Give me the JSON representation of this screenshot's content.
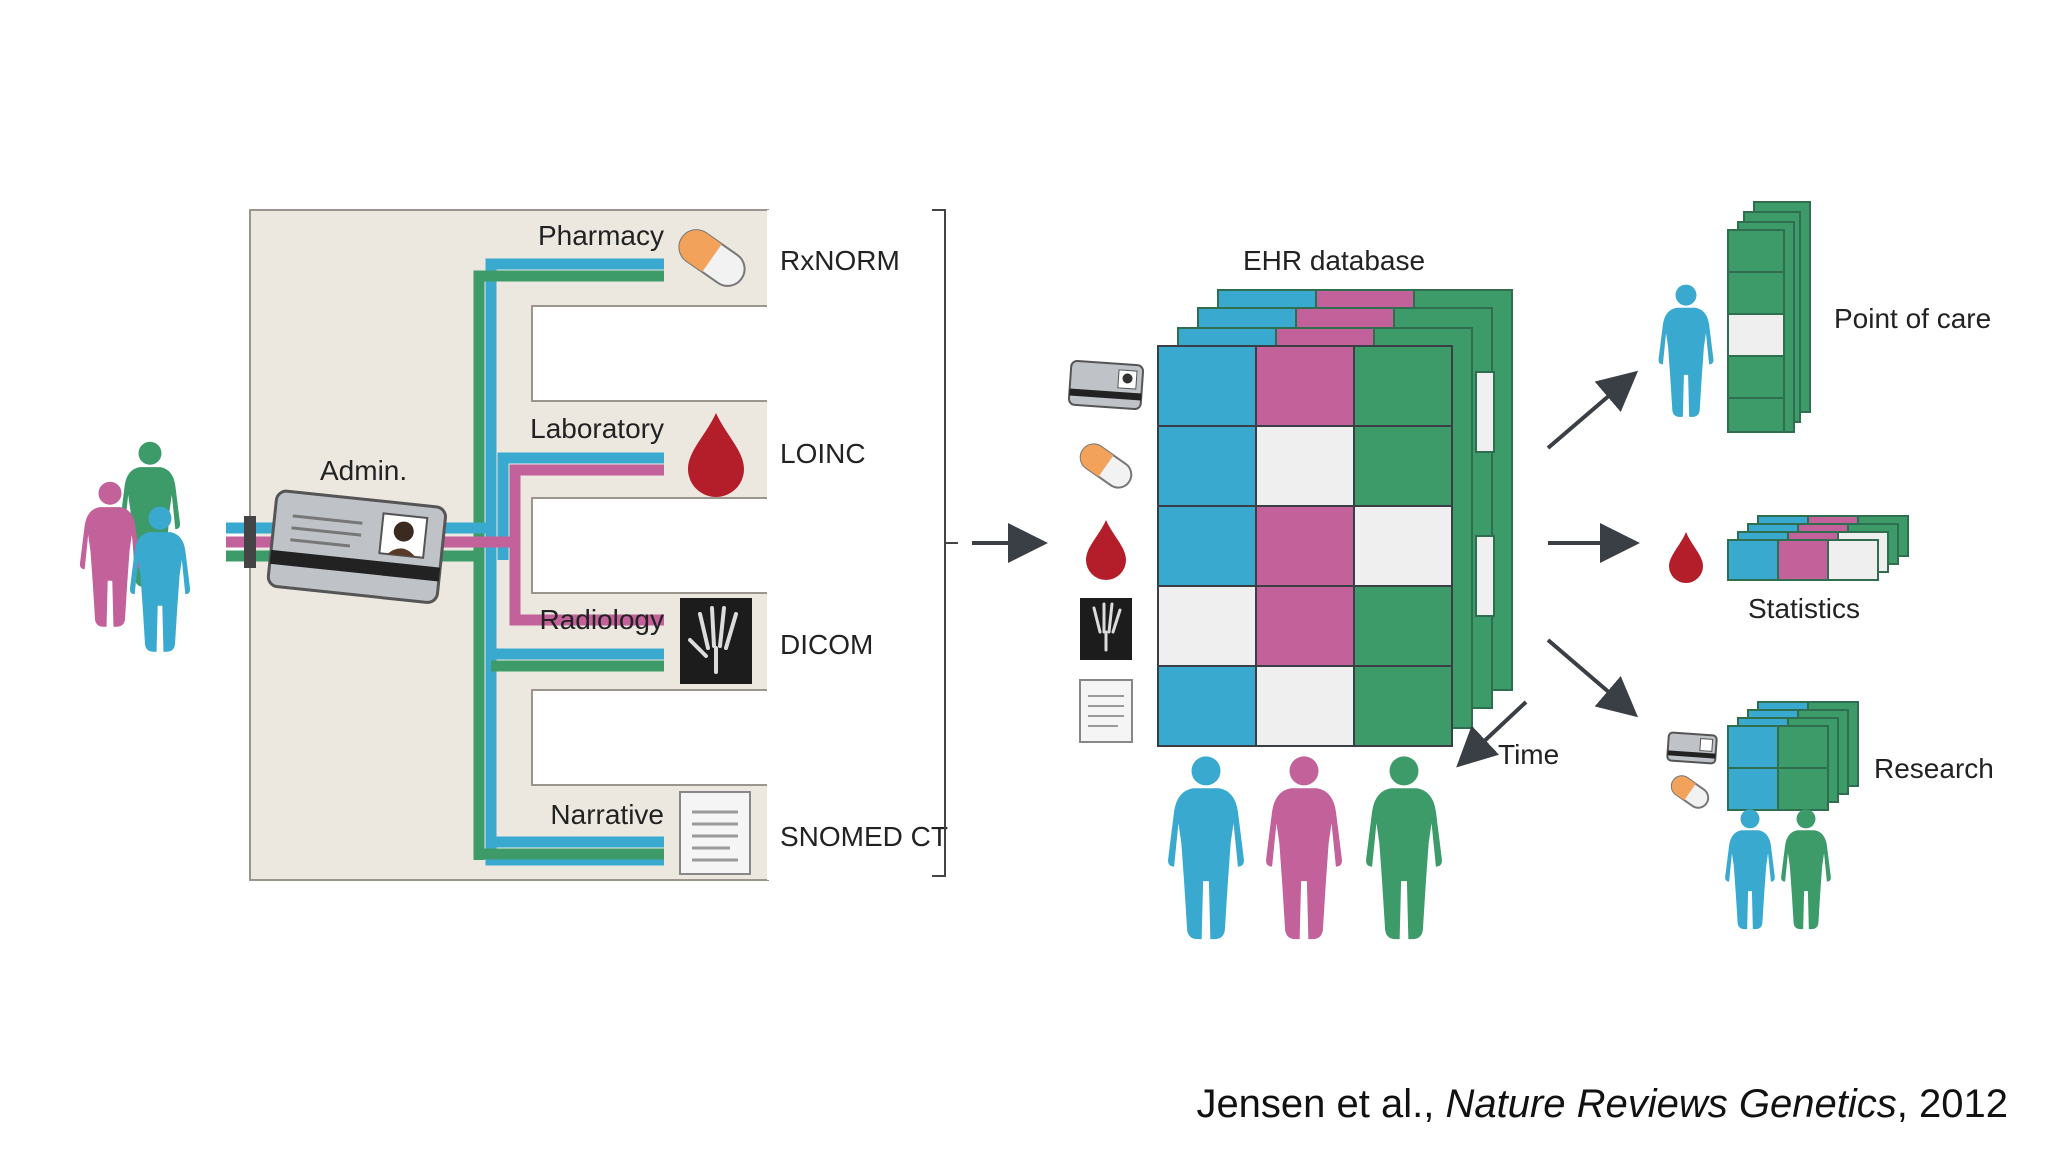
{
  "colors": {
    "blue": "#3aa9cf",
    "pink": "#c2619a",
    "green": "#3d9b6a",
    "panel": "#ece8e0",
    "arrow": "#3a3f45"
  },
  "sources": [
    {
      "label": "Pharmacy",
      "standard": "RxNORM",
      "icon": "pill-icon"
    },
    {
      "label": "Laboratory",
      "standard": "LOINC",
      "icon": "blood-drop-icon"
    },
    {
      "label": "Radiology",
      "standard": "DICOM",
      "icon": "xray-hand-icon"
    },
    {
      "label": "Narrative",
      "standard": "SNOMED CT",
      "icon": "document-icon"
    }
  ],
  "admin": {
    "label": "Admin.",
    "icon": "id-card-icon"
  },
  "ehr": {
    "title": "EHR database",
    "time_label": "Time"
  },
  "outputs": [
    {
      "label": "Point of care"
    },
    {
      "label": "Statistics"
    },
    {
      "label": "Research"
    }
  ],
  "citation": {
    "authors": "Jensen et al., ",
    "journal": "Nature Reviews Genetics",
    "year": ", 2012"
  }
}
